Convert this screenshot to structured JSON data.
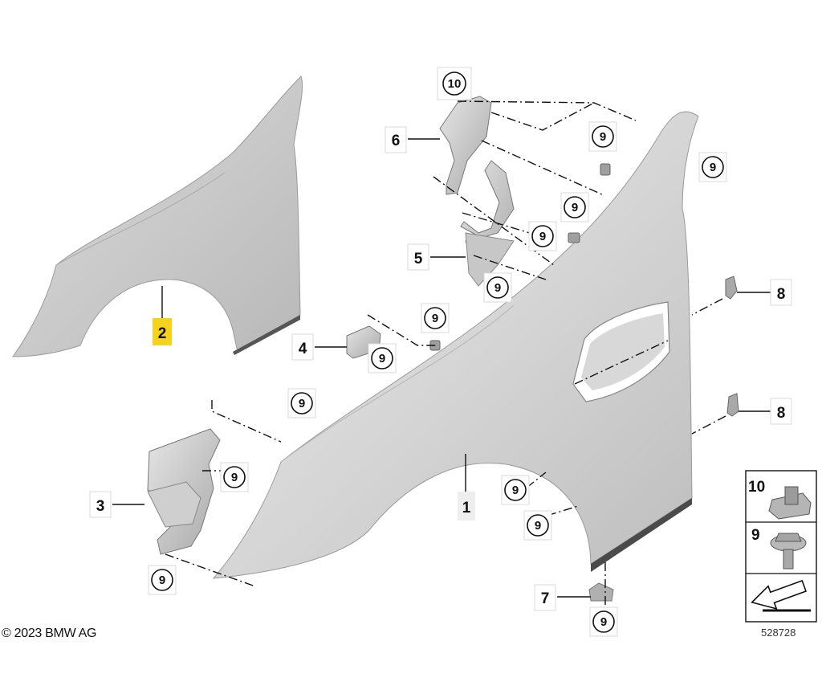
{
  "copyright": "© 2023 BMW AG",
  "drawing_number": "528728",
  "highlight_color": "#f5d21b",
  "callouts": {
    "part1": "1",
    "part2": "2",
    "part3": "3",
    "part4": "4",
    "part5": "5",
    "part6": "6",
    "part7": "7",
    "part8": "8",
    "part9": "9",
    "part10": "10"
  },
  "legend": {
    "items": [
      {
        "number": "10",
        "icon": "clip-nut-icon"
      },
      {
        "number": "9",
        "icon": "hex-bolt-icon"
      },
      {
        "number": "",
        "icon": "direction-arrow-icon"
      }
    ]
  }
}
